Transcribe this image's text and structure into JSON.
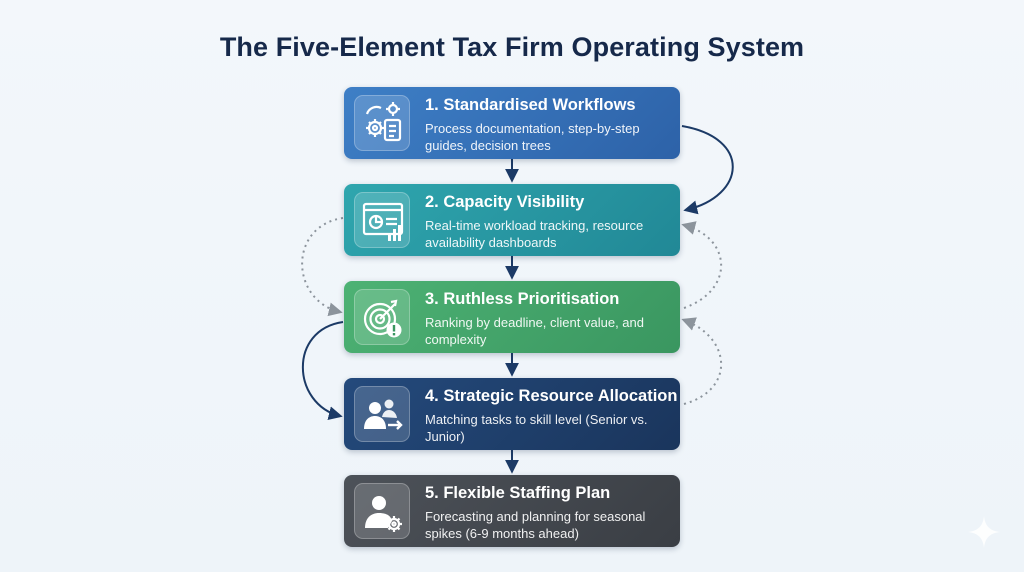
{
  "title": "The Five-Element Tax Firm Operating System",
  "elements": [
    {
      "title": "1. Standardised Workflows",
      "description": "Process documentation, step-by-step guides, decision trees",
      "icon": "gears-clipboard-icon",
      "color": "#3672b8"
    },
    {
      "title": "2. Capacity Visibility",
      "description": "Real-time workload tracking, resource availability dashboards",
      "icon": "dashboard-icon",
      "color": "#2a9aa5"
    },
    {
      "title": "3. Ruthless Prioritisation",
      "description": "Ranking by deadline, client value, and complexity",
      "icon": "target-alert-icon",
      "color": "#45a56a"
    },
    {
      "title": "4. Strategic Resource Allocation",
      "description": "Matching tasks to skill level (Senior vs. Junior)",
      "icon": "people-arrow-icon",
      "color": "#1f3f6b"
    },
    {
      "title": "5. Flexible Staffing Plan",
      "description": "Forecasting and planning for seasonal spikes (6-9 months ahead)",
      "icon": "person-gear-icon",
      "color": "#44484f"
    }
  ]
}
